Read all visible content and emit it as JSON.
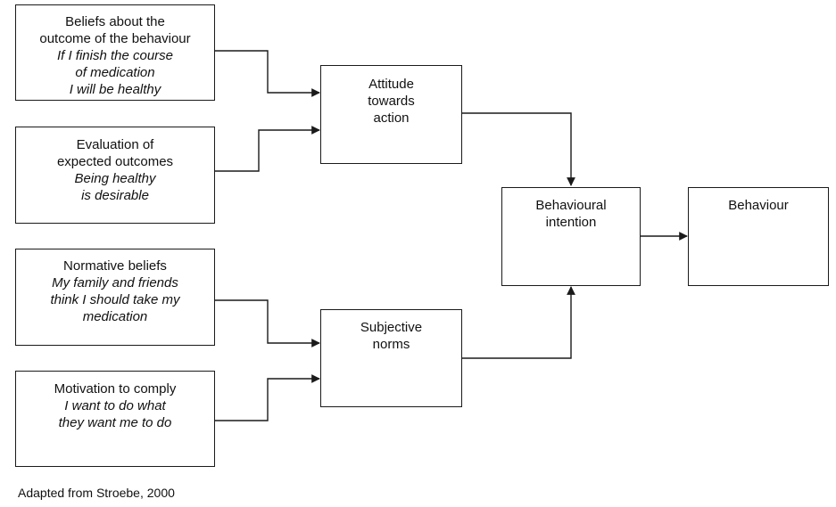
{
  "boxes": {
    "beliefs": {
      "title": [
        "Beliefs about the",
        "outcome of the behaviour"
      ],
      "example": [
        "If I finish the course",
        "of medication",
        "I will be healthy"
      ]
    },
    "evaluation": {
      "title": [
        "Evaluation of",
        "expected outcomes"
      ],
      "example": [
        "Being healthy",
        "is desirable"
      ]
    },
    "normative": {
      "title": [
        "Normative beliefs"
      ],
      "example": [
        "My family and friends",
        "think I should take my",
        "medication"
      ]
    },
    "motivation": {
      "title": [
        "Motivation to comply"
      ],
      "example": [
        "I want to do what",
        "they want me to do"
      ]
    },
    "attitude": {
      "title": [
        "Attitude",
        "towards",
        "action"
      ]
    },
    "subjective": {
      "title": [
        "Subjective",
        "norms"
      ]
    },
    "intention": {
      "title": [
        "Behavioural",
        "intention"
      ]
    },
    "behaviour": {
      "title": [
        "Behaviour"
      ]
    }
  },
  "caption": "Adapted from Stroebe, 2000",
  "colors": {
    "stroke": "#1a1a1a",
    "background": "#ffffff"
  }
}
